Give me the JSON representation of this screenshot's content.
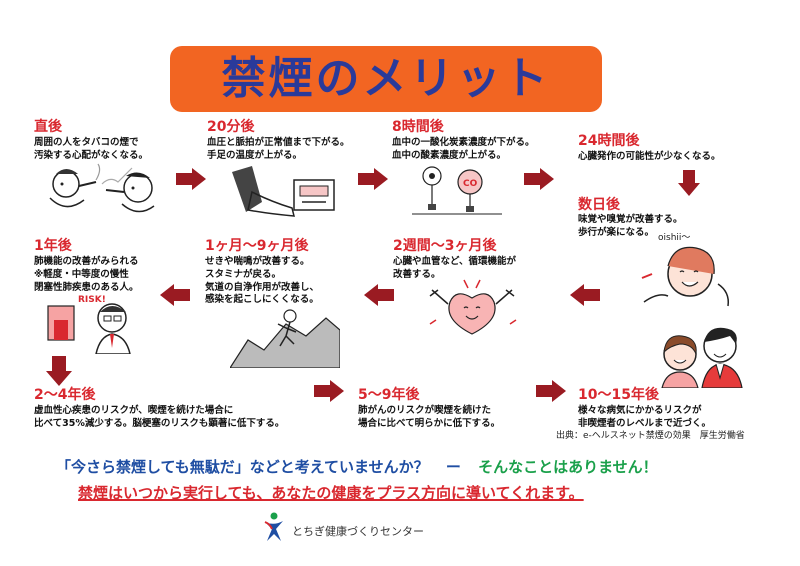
{
  "title": "禁煙のメリット",
  "colors": {
    "title_bg": "#f26522",
    "title_text": "#2a3a9a",
    "stage_title": "#d9282f",
    "arrow": "#9a1b22",
    "question": "#1f4ea3",
    "answer": "#1aa04a",
    "conclusion": "#d9282f"
  },
  "stages": [
    {
      "title": "直後",
      "desc": "周囲の人をタバコの煙で\n汚染する心配がなくなる。"
    },
    {
      "title": "20分後",
      "desc": "血圧と脈拍が正常値まで下がる。\n手足の温度が上がる。"
    },
    {
      "title": "8時間後",
      "desc": "血中の一酸化炭素濃度が下がる。\n血中の酸素濃度が上がる。"
    },
    {
      "title": "24時間後",
      "desc": "心臓発作の可能性が少なくなる。"
    },
    {
      "title": "数日後",
      "desc": "味覚や嗅覚が改善する。\n歩行が楽になる。"
    },
    {
      "title": "2週間～3ヶ月後",
      "desc": "心臓や血管など、循環機能が\n改善する。"
    },
    {
      "title": "1ヶ月～9ヶ月後",
      "desc": "せきや喘鳴が改善する。\nスタミナが戻る。\n気道の自浄作用が改善し、\n感染を起こしにくくなる。"
    },
    {
      "title": "1年後",
      "desc": "肺機能の改善がみられる\n※軽度・中等度の慢性\n閉塞性肺疾患のある人。"
    },
    {
      "title": "2～4年後",
      "desc": "虚血性心疾患のリスクが、喫煙を続けた場合に\n比べて35%減少する。脳梗塞のリスクも顕著に低下する。"
    },
    {
      "title": "5～9年後",
      "desc": "肺がんのリスクが喫煙を続けた\n場合に比べて明らかに低下する。"
    },
    {
      "title": "10～15年後",
      "desc": "様々な病気にかかるリスクが\n非喫煙者のレベルまで近づく。"
    }
  ],
  "illustration_text": {
    "co": "CO",
    "oishii": "oishii～",
    "risk": "RISK!"
  },
  "source": "出典：e-ヘルスネット禁煙の効果　厚生労働省",
  "message": {
    "question": "「今さら禁煙しても無駄だ」などと考えていませんか？",
    "dash": "ー",
    "answer": "そんなことはありません！",
    "conclusion": "禁煙はいつから実行しても、あなたの健康をプラス方向に導いてくれます。"
  },
  "organization": "とちぎ健康づくりセンター"
}
